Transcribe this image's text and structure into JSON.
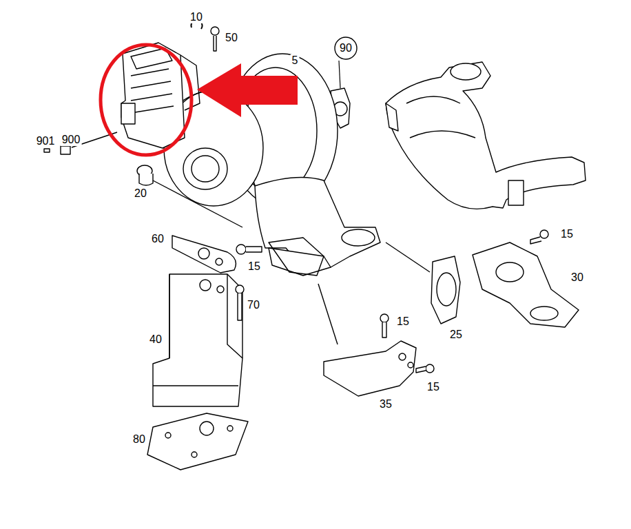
{
  "diagram": {
    "nodes": [
      {
        "text": [
          "90"
        ]
      }
    ],
    "labels": [
      "10",
      "50",
      "5",
      "901",
      "900",
      "20",
      "60",
      "15",
      "15",
      "30",
      "70",
      "25",
      "15",
      "40",
      "15",
      "35",
      "80"
    ]
  }
}
